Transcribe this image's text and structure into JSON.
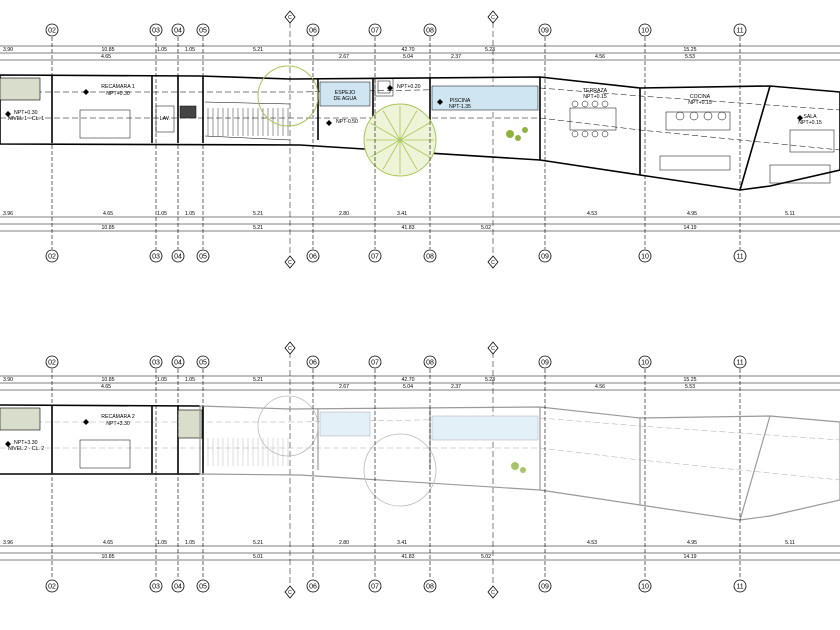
{
  "grid_labels": [
    "02",
    "03",
    "04",
    "05",
    "06",
    "07",
    "08",
    "09",
    "10",
    "11"
  ],
  "section_markers": [
    "C",
    "C"
  ],
  "colors": {
    "water": "#cfe6f2",
    "tree_line": "#a7c456",
    "tree_fill": "#eef4d8",
    "gray_fill": "#d8ddcc",
    "ink": "#000000"
  },
  "plan1": {
    "dims_top_row1": [
      "3.90",
      "10.85",
      "1.05",
      "1.05",
      "5.21",
      "42.70",
      "5.23",
      "15.25"
    ],
    "dims_top_row2": [
      "4.65",
      "2.67",
      "5.04",
      "2.37",
      "4.56",
      "5.53"
    ],
    "dims_bottom_row1": [
      "3.96",
      "4.65",
      "1.05",
      "1.05",
      "5.21",
      "2.80",
      "3.41",
      "4.53",
      "4.95",
      "5.11"
    ],
    "dims_bottom_row2": [
      "10.85",
      "5.21",
      "41.83",
      "5.02",
      "14.19"
    ],
    "rooms": {
      "recamara": "RECÁMARA 1",
      "recamara_level": "NPT+0.30",
      "espejo_line1": "ESPEJO",
      "espejo_line2": "DE AGUA",
      "espejo_level": "NPT-0.50",
      "top_level": "NPT+0.20",
      "piscina": "PISCINA",
      "piscina_level": "NPT-1.35",
      "terraza": "TERRAZA",
      "terraza_level": "NPT+0.15",
      "cocina": "COCINA",
      "cocina_level": "NPT+0.15",
      "sala": "SALA",
      "sala_level": "NPT+0.15",
      "left_level": "NPT+0.30",
      "nivel_tag": "NIVEL 1 · CL. 1",
      "small_room": "LAV."
    }
  },
  "plan2": {
    "dims_top_row1": [
      "3.90",
      "10.85",
      "1.05",
      "1.05",
      "5.21",
      "42.70",
      "5.23",
      "15.25"
    ],
    "dims_top_row2": [
      "4.65",
      "2.67",
      "5.04",
      "2.37",
      "4.56",
      "5.53"
    ],
    "dims_bottom_row1": [
      "3.96",
      "4.65",
      "1.05",
      "1.05",
      "5.21",
      "2.80",
      "3.41",
      "4.53",
      "4.95",
      "5.11"
    ],
    "dims_bottom_row2": [
      "10.85",
      "5.01",
      "41.83",
      "5.02",
      "14.19"
    ],
    "rooms": {
      "recamara": "RECÁMARA 2",
      "recamara_level": "NPT+3.30",
      "left_level": "NPT+3.30",
      "nivel_tag": "NIVEL 2 · CL. 2"
    }
  }
}
